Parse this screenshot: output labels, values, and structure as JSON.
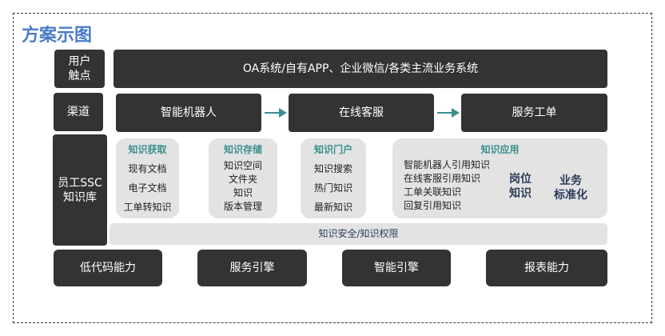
{
  "title": "方案示图",
  "rows": {
    "touch_label": "用户\n触点",
    "touch_content": "OA系统/自有APP、企业微信/各类主流业务系统",
    "channel_label": "渠道",
    "channels": [
      "智能机器人",
      "在线客服",
      "服务工单"
    ],
    "kb_label": "员工SSC\n知识库",
    "modules": [
      {
        "title": "知识获取",
        "items": [
          "现有文档",
          "电子文档",
          "工单转知识"
        ]
      },
      {
        "title": "知识存储",
        "items": [
          "知识空间",
          "文件夹",
          "知识",
          "版本管理"
        ]
      },
      {
        "title": "知识门户",
        "items": [
          "知识搜索",
          "热门知识",
          "最新知识"
        ]
      },
      {
        "title": "知识应用",
        "items": [
          "智能机器人引用知识",
          "在线客服引用知识",
          "工单关联知识",
          "回复引用知识"
        ],
        "highlights": [
          "岗位\n知识",
          "业务\n标准化"
        ]
      }
    ],
    "security": "知识安全/知识权限",
    "capabilities": [
      "低代码能力",
      "服务引擎",
      "智能引擎",
      "报表能力"
    ]
  },
  "colors": {
    "title": "#4a7cc9",
    "dark": "#333333",
    "accent": "#3a8f8f",
    "navy": "#2c3e5a"
  }
}
